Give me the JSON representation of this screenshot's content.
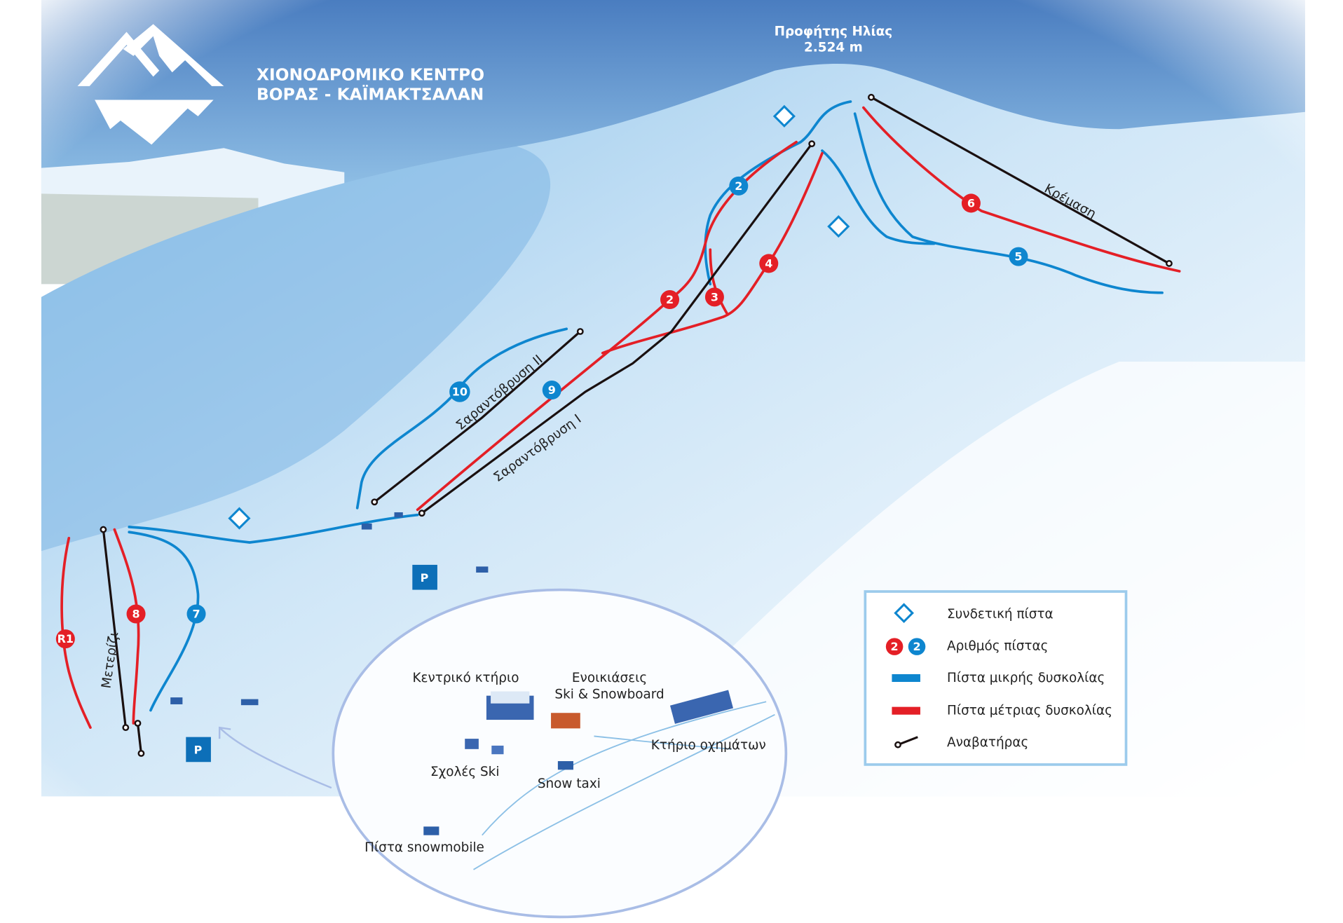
{
  "header": {
    "title_line1": "ΧΙΟΝΟΔΡΟΜΙΚΟ ΚΕΝΤΡΟ",
    "title_line2": "ΒΟΡΑΣ - ΚΑΪΜΑΚΤΣΑΛΑΝ"
  },
  "summit": {
    "name": "Προφήτης Ηλίας",
    "elevation": "2.524 m"
  },
  "lifts": {
    "kremasi": "Κρέμαση",
    "sarantovrysi_1": "Σαραντόβρυση Ι",
    "sarantovrysi_2": "Σαραντόβρυση ΙΙ",
    "meterizi": "Μετερίζι"
  },
  "pistes": {
    "red": [
      "2",
      "3",
      "4",
      "6",
      "8",
      "R1"
    ],
    "blue": [
      "2",
      "5",
      "7",
      "9",
      "10"
    ]
  },
  "parking": "P",
  "inset": {
    "central_building": "Κεντρικό κτήριο",
    "rentals_line1": "Ενοικιάσεις",
    "rentals_line2": "Ski & Snowboard",
    "vehicle_building": "Κτήριο οχημάτων",
    "ski_schools": "Σχολές Ski",
    "snow_taxi": "Snow taxi",
    "snowmobile": "Πίστα snowmobile"
  },
  "legend": {
    "connecting": "Συνδετική πίστα",
    "number": "Αριθμός πίστας",
    "number_sample": "2",
    "easy": "Πίστα μικρής δυσκολίας",
    "intermediate": "Πίστα μέτριας δυσκολίας",
    "lift": "Αναβατήρας"
  },
  "colors": {
    "red": "#e41f26",
    "blue": "#0e86cf",
    "lift": "#1a1010",
    "sky": "#4b80c3"
  }
}
